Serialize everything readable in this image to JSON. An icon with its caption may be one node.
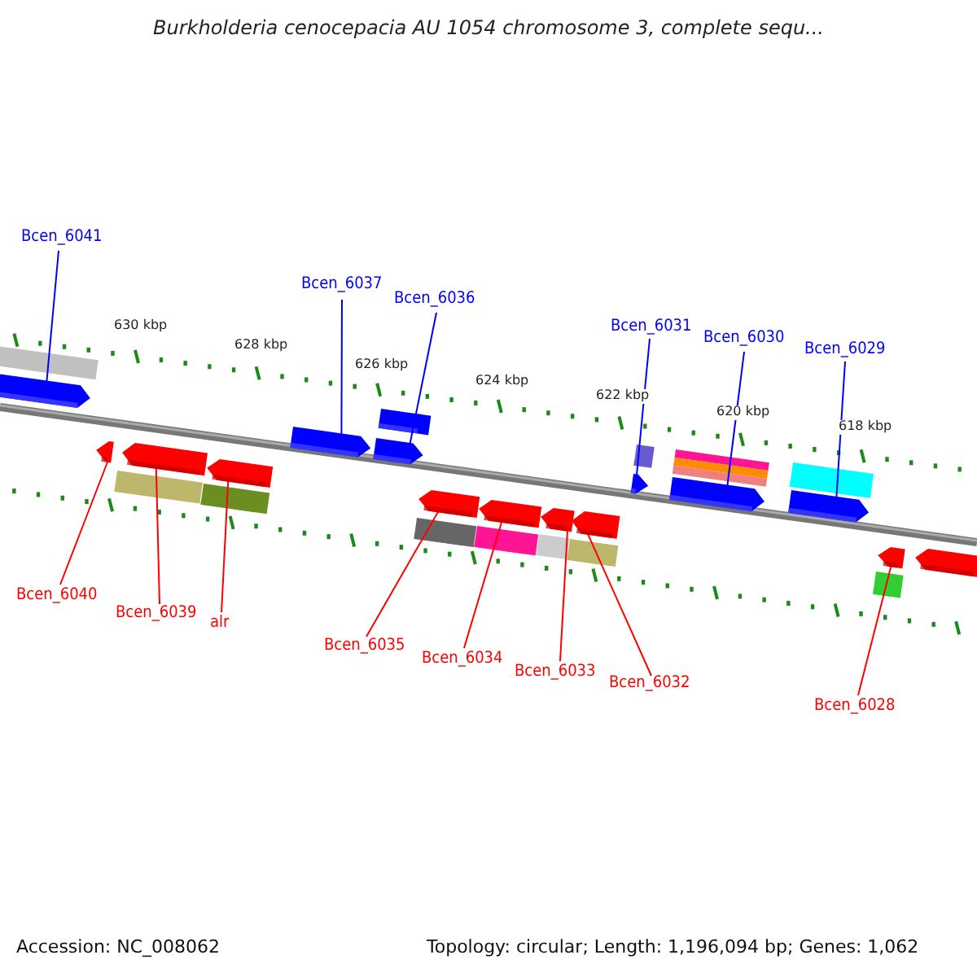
{
  "diagram": {
    "title": "Burkholderia cenocepacia AU 1054 chromosome 3, complete sequ...",
    "nodes": [
      {
        "text": [
          "Bcen_6041"
        ]
      },
      {
        "text": [
          "Bcen_6037"
        ]
      },
      {
        "text": [
          "Bcen_6036"
        ]
      },
      {
        "text": [
          "Bcen_6031"
        ]
      },
      {
        "text": [
          "Bcen_6030"
        ]
      },
      {
        "text": [
          "Bcen_6029"
        ]
      },
      {
        "text": [
          "Bcen_6040"
        ]
      },
      {
        "text": [
          "Bcen_6039"
        ]
      },
      {
        "text": [
          "alr"
        ]
      },
      {
        "text": [
          "Bcen_6035"
        ]
      },
      {
        "text": [
          "Bcen_6034"
        ]
      },
      {
        "text": [
          "Bcen_6033"
        ]
      },
      {
        "text": [
          "Bcen_6032"
        ]
      },
      {
        "text": [
          "Bcen_6028"
        ]
      },
      {
        "text": [],
        "shape": "arrow"
      },
      {
        "text": [],
        "shape": "arrow"
      },
      {
        "text": [],
        "shape": "arrow"
      },
      {
        "text": [],
        "shape": "arrow"
      },
      {
        "text": [],
        "shape": "arrow"
      },
      {
        "text": [],
        "shape": "arrow"
      },
      {
        "text": [],
        "shape": "arrow"
      },
      {
        "text": [],
        "shape": "arrow"
      },
      {
        "text": [],
        "shape": "arrow"
      },
      {
        "text": [],
        "shape": "arrow"
      },
      {
        "text": [],
        "shape": "arrow"
      },
      {
        "text": [],
        "shape": "arrow"
      },
      {
        "text": [],
        "shape": "arrow"
      },
      {
        "text": [],
        "shape": "arrow"
      },
      {
        "text": [],
        "shape": "arrow"
      }
    ],
    "edges": [
      {
        "from": 0,
        "to": 14,
        "arrow": "none",
        "color": "#0000ff"
      },
      {
        "from": 1,
        "to": 15,
        "arrow": "none",
        "color": "#0000ff"
      },
      {
        "from": 2,
        "to": 16,
        "arrow": "none",
        "color": "#0000ff"
      },
      {
        "from": 3,
        "to": 17,
        "arrow": "none",
        "color": "#0000ff"
      },
      {
        "from": 4,
        "to": 18,
        "arrow": "none",
        "color": "#0000ff"
      },
      {
        "from": 5,
        "to": 19,
        "arrow": "none",
        "color": "#0000ff"
      },
      {
        "from": 6,
        "to": 20,
        "arrow": "none"
      },
      {
        "from": 7,
        "to": 21,
        "arrow": "none"
      },
      {
        "from": 8,
        "to": 22,
        "arrow": "none"
      },
      {
        "from": 9,
        "to": 23,
        "arrow": "none"
      },
      {
        "from": 10,
        "to": 24,
        "arrow": "none"
      },
      {
        "from": 11,
        "to": 25,
        "arrow": "none"
      },
      {
        "from": 12,
        "to": 26,
        "arrow": "none"
      },
      {
        "from": 13,
        "to": 27,
        "arrow": "none"
      }
    ],
    "labels": [
      "630 kbp",
      "628 kbp",
      "626 kbp",
      "624 kbp",
      "622 kbp",
      "620 kbp",
      "618 kbp",
      "Accession: NC_008062",
      "Topology: circular; Length: 1,196,094 bp; Genes: 1,062"
    ]
  }
}
